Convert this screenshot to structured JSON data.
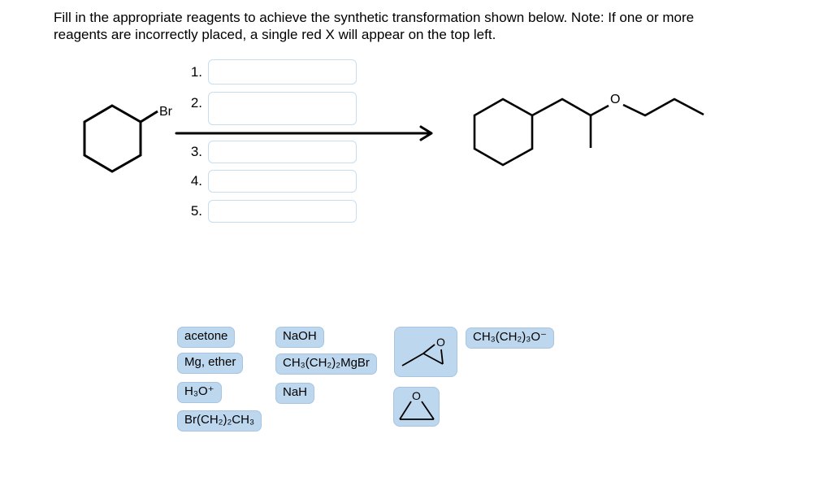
{
  "title": {
    "line1": "Fill in the appropriate reagents to achieve the synthetic transformation shown below. Note: If one or more",
    "line2": "reagents are incorrectly placed, a single red X will appear on the top left."
  },
  "reaction": {
    "reactant_halogen_label": "Br",
    "product_oxygen_label": "O",
    "steps": [
      {
        "number": "1.",
        "value": ""
      },
      {
        "number": "2.",
        "value": ""
      },
      {
        "number": "3.",
        "value": ""
      },
      {
        "number": "4.",
        "value": ""
      },
      {
        "number": "5.",
        "value": ""
      }
    ]
  },
  "reagent_bank": {
    "chips": {
      "acetone": "acetone",
      "mg_ether": "Mg, ether",
      "h3o_plus": "H₃O⁺",
      "bromopropane": "Br(CH₂)₂CH₃",
      "naoh": "NaOH",
      "propyl_mgbr": "CH₃(CH₂)₂MgBr",
      "nah": "NaH",
      "butoxide": "CH₃(CH₂)₃O⁻"
    },
    "structure_chips": [
      {
        "oxygen_label": "O"
      },
      {
        "oxygen_label": "O"
      }
    ]
  },
  "colors": {
    "chip_background": "#bdd7ee",
    "drop_box_border": "#c7ddf2",
    "structure_stroke": "#000000",
    "page_background": "#ffffff"
  }
}
